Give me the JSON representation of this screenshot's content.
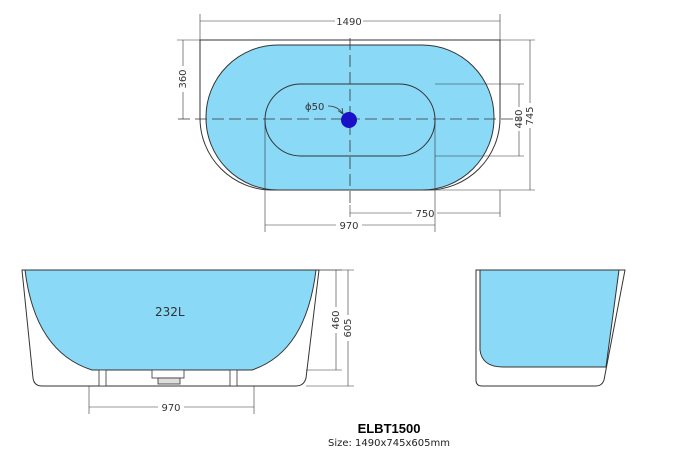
{
  "product": {
    "model": "ELBT1500",
    "size_line": "Size: 1490x745x605mm"
  },
  "top_view": {
    "length_label": "1490",
    "width_label": "745",
    "offset_label": "360",
    "drain_label": "ϕ50",
    "drain_span_label": "750",
    "inner_width_label": "480",
    "inner_length_label": "970"
  },
  "front_view": {
    "volume_label": "232L",
    "water_depth_label": "460",
    "height_label": "605",
    "base_length_label": "970"
  },
  "colors": {
    "water": "#8ad9f7",
    "outline": "#333333",
    "drain": "#1a10c8"
  }
}
